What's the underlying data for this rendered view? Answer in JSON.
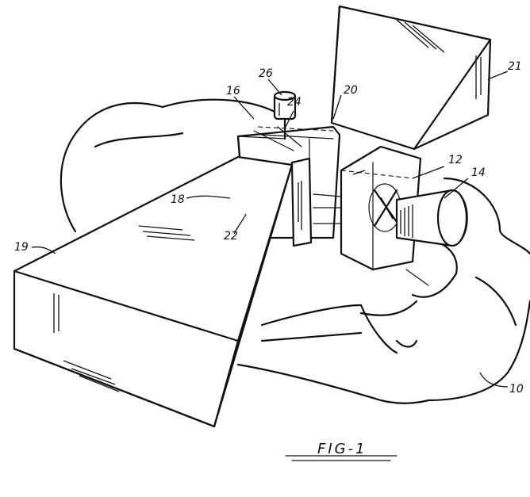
{
  "figure": {
    "caption": "FIG-1"
  },
  "labels": {
    "housing": "10",
    "rotor": "12",
    "motor": "14",
    "window": "16",
    "wall": "18",
    "horn_back": "19",
    "frame": "20",
    "horn_top": "21",
    "plate": "22",
    "shaft": "24",
    "actuator": "26"
  },
  "colors": {
    "ink": "#111111",
    "paper": "#ffffff"
  }
}
